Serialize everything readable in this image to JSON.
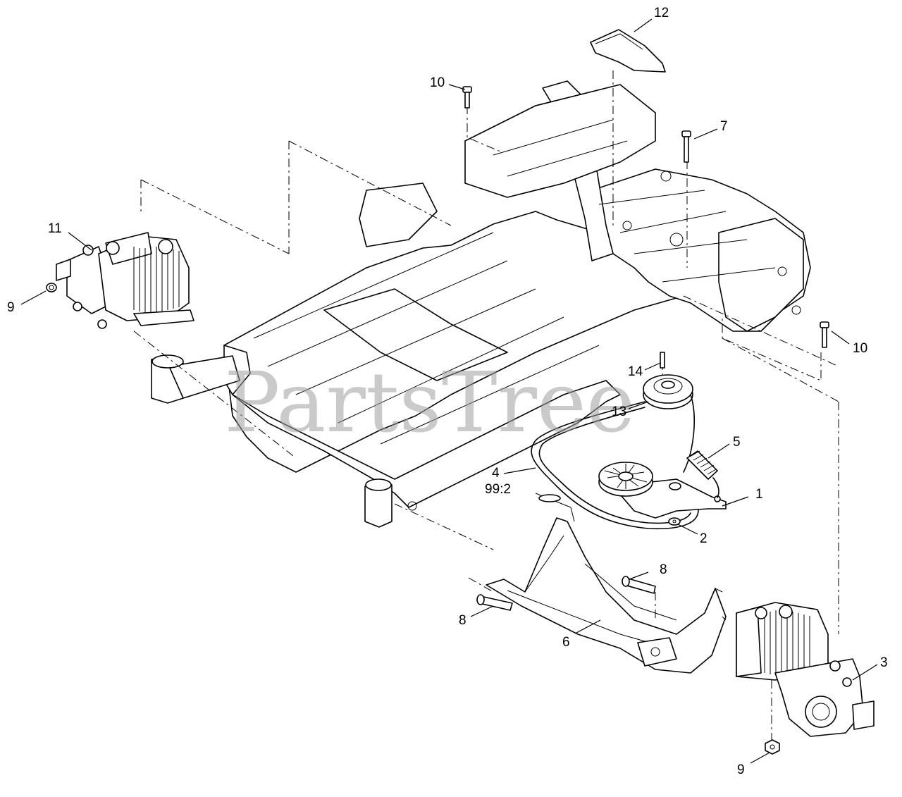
{
  "watermark": "PartsTree",
  "callouts": {
    "c1": "1",
    "c2": "2",
    "c3": "3",
    "c4": "4",
    "c4_sub": "99:2",
    "c5": "5",
    "c6": "6",
    "c7": "7",
    "c8a": "8",
    "c8b": "8",
    "c9a": "9",
    "c9b": "9",
    "c10a": "10",
    "c10b": "10",
    "c11": "11",
    "c12": "12",
    "c13": "13",
    "c14": "14"
  }
}
